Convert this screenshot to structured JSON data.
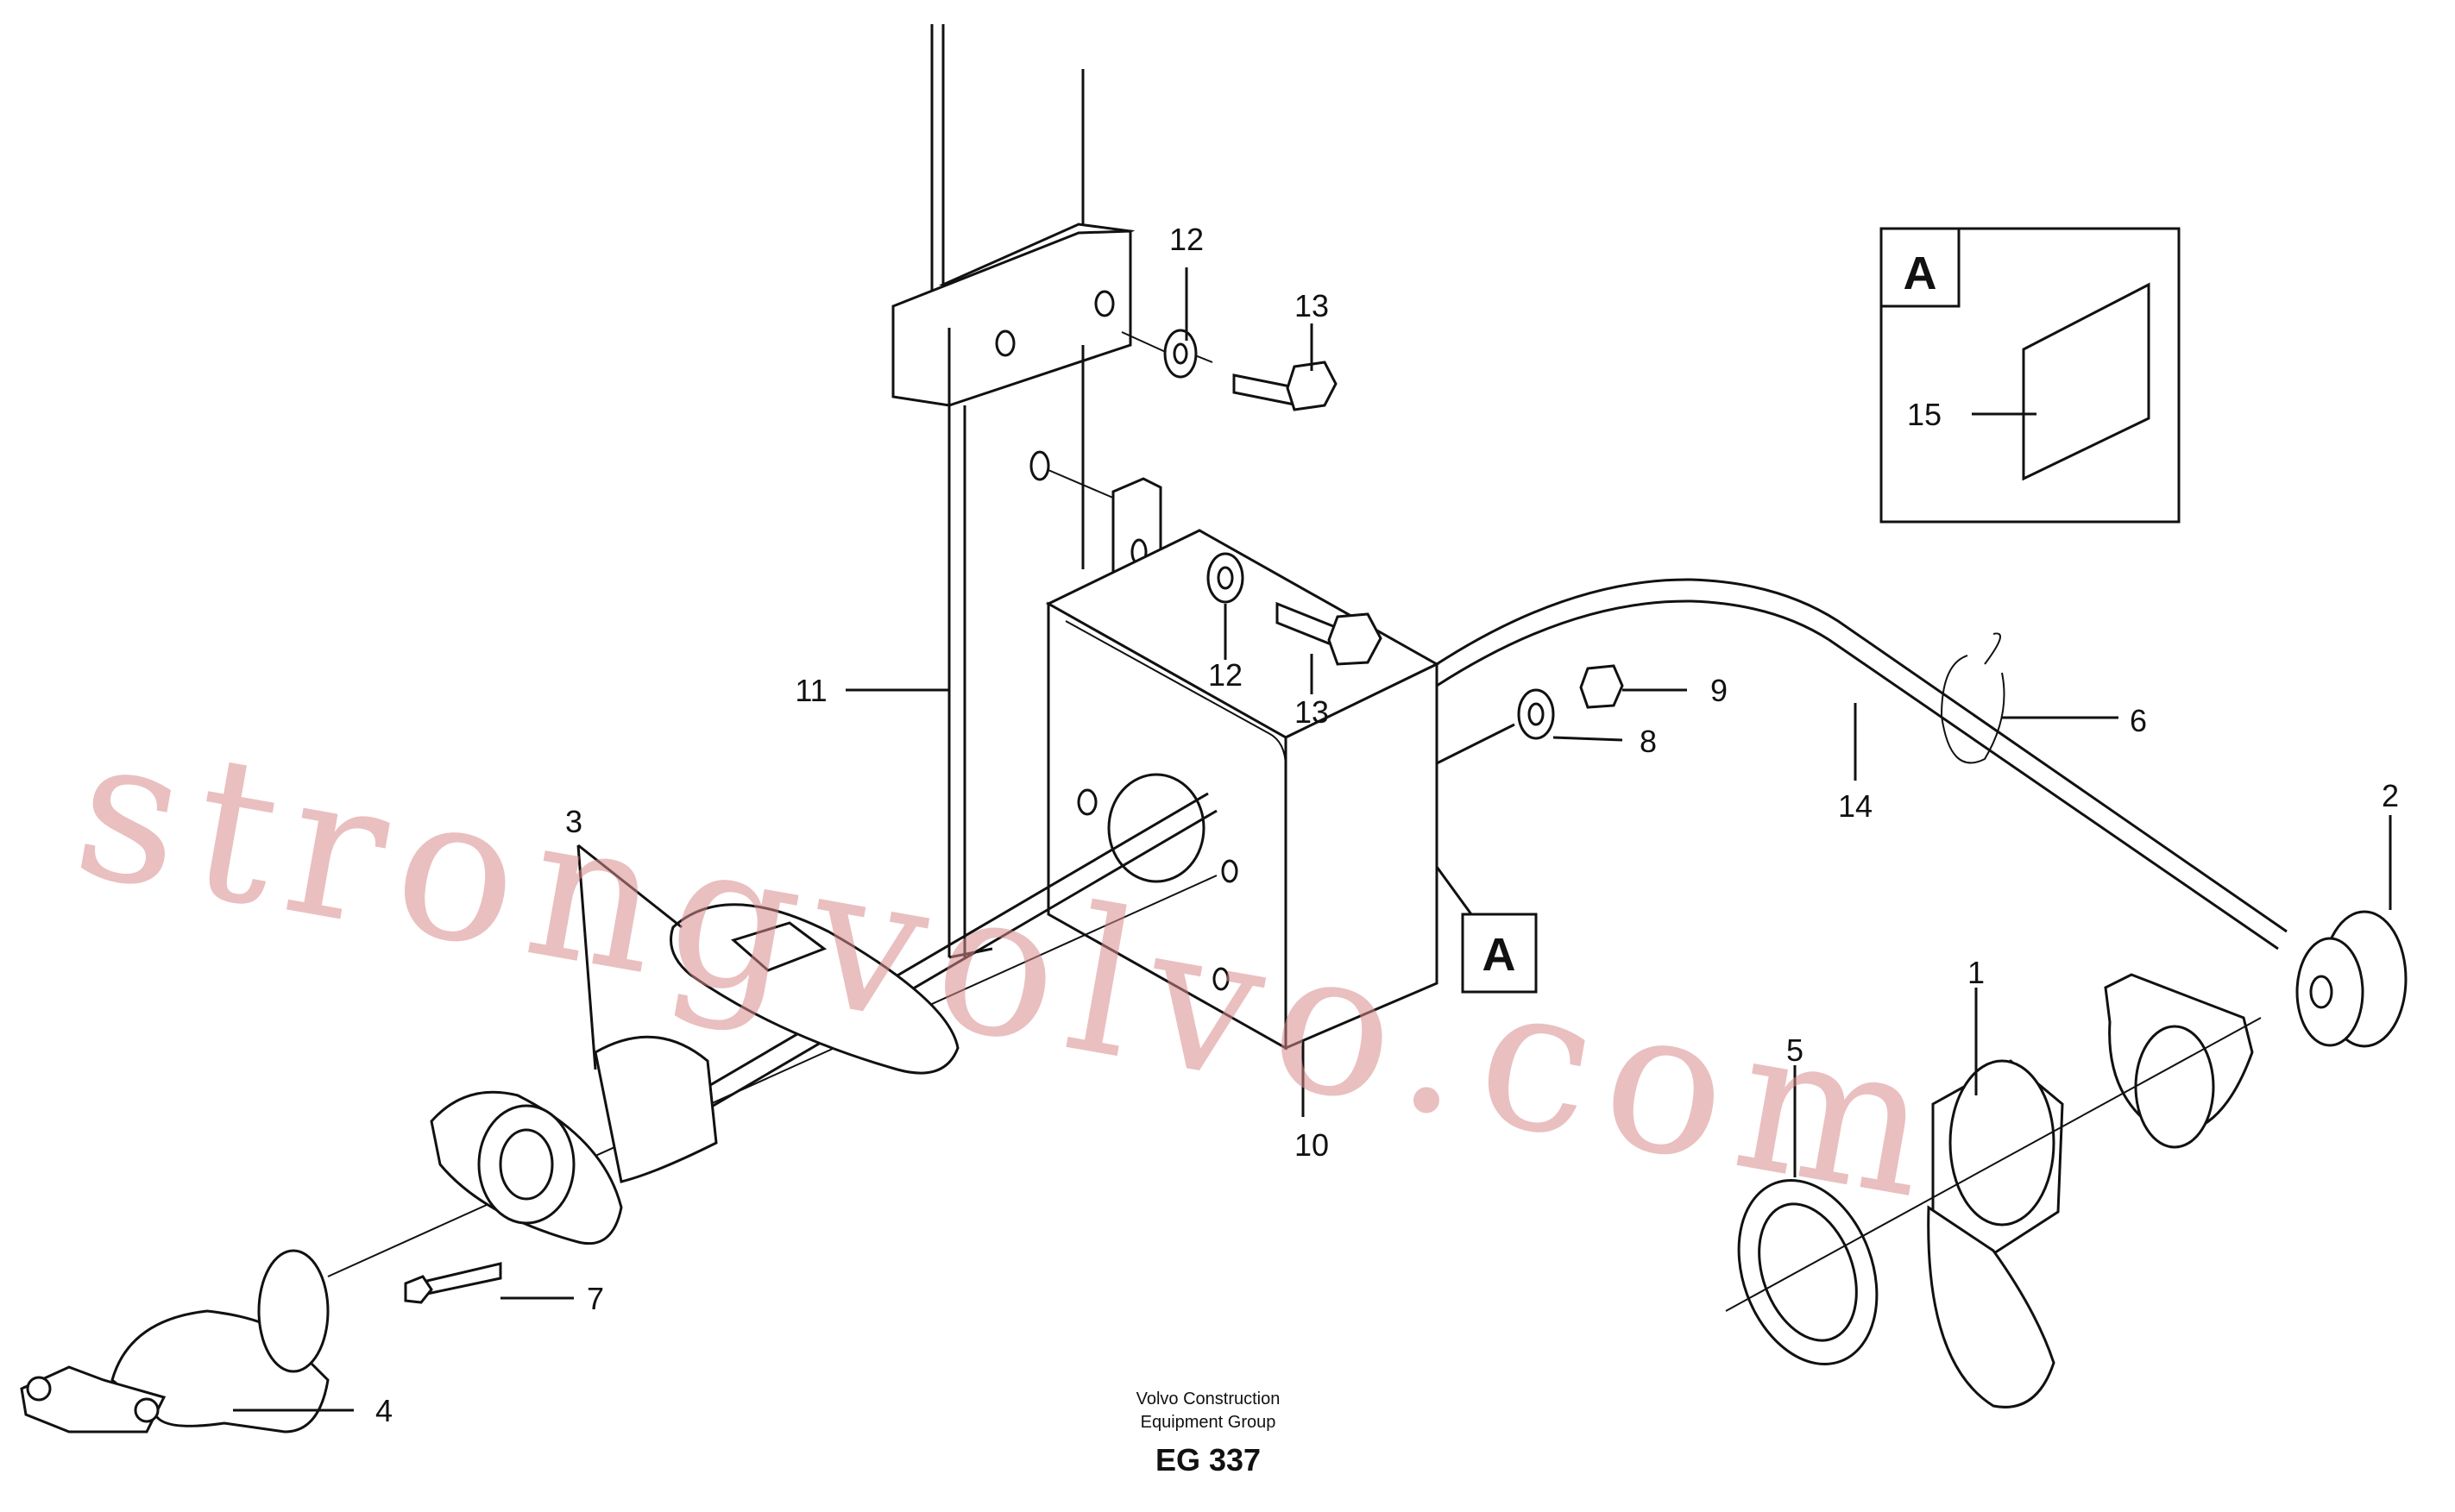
{
  "callouts": {
    "c1": "1",
    "c2": "2",
    "c3": "3",
    "c4": "4",
    "c5": "5",
    "c6": "6",
    "c7": "7",
    "c8": "8",
    "c9": "9",
    "c10": "10",
    "c11": "11",
    "c12a": "12",
    "c12b": "12",
    "c13a": "13",
    "c13b": "13",
    "c14": "14",
    "c15": "15"
  },
  "detail": {
    "tag_label": "A",
    "inset_label": "A"
  },
  "credit": {
    "line1": "Volvo Construction",
    "line2": "Equipment Group",
    "ref": "EG 337"
  },
  "watermark": "strongvolvo.com"
}
